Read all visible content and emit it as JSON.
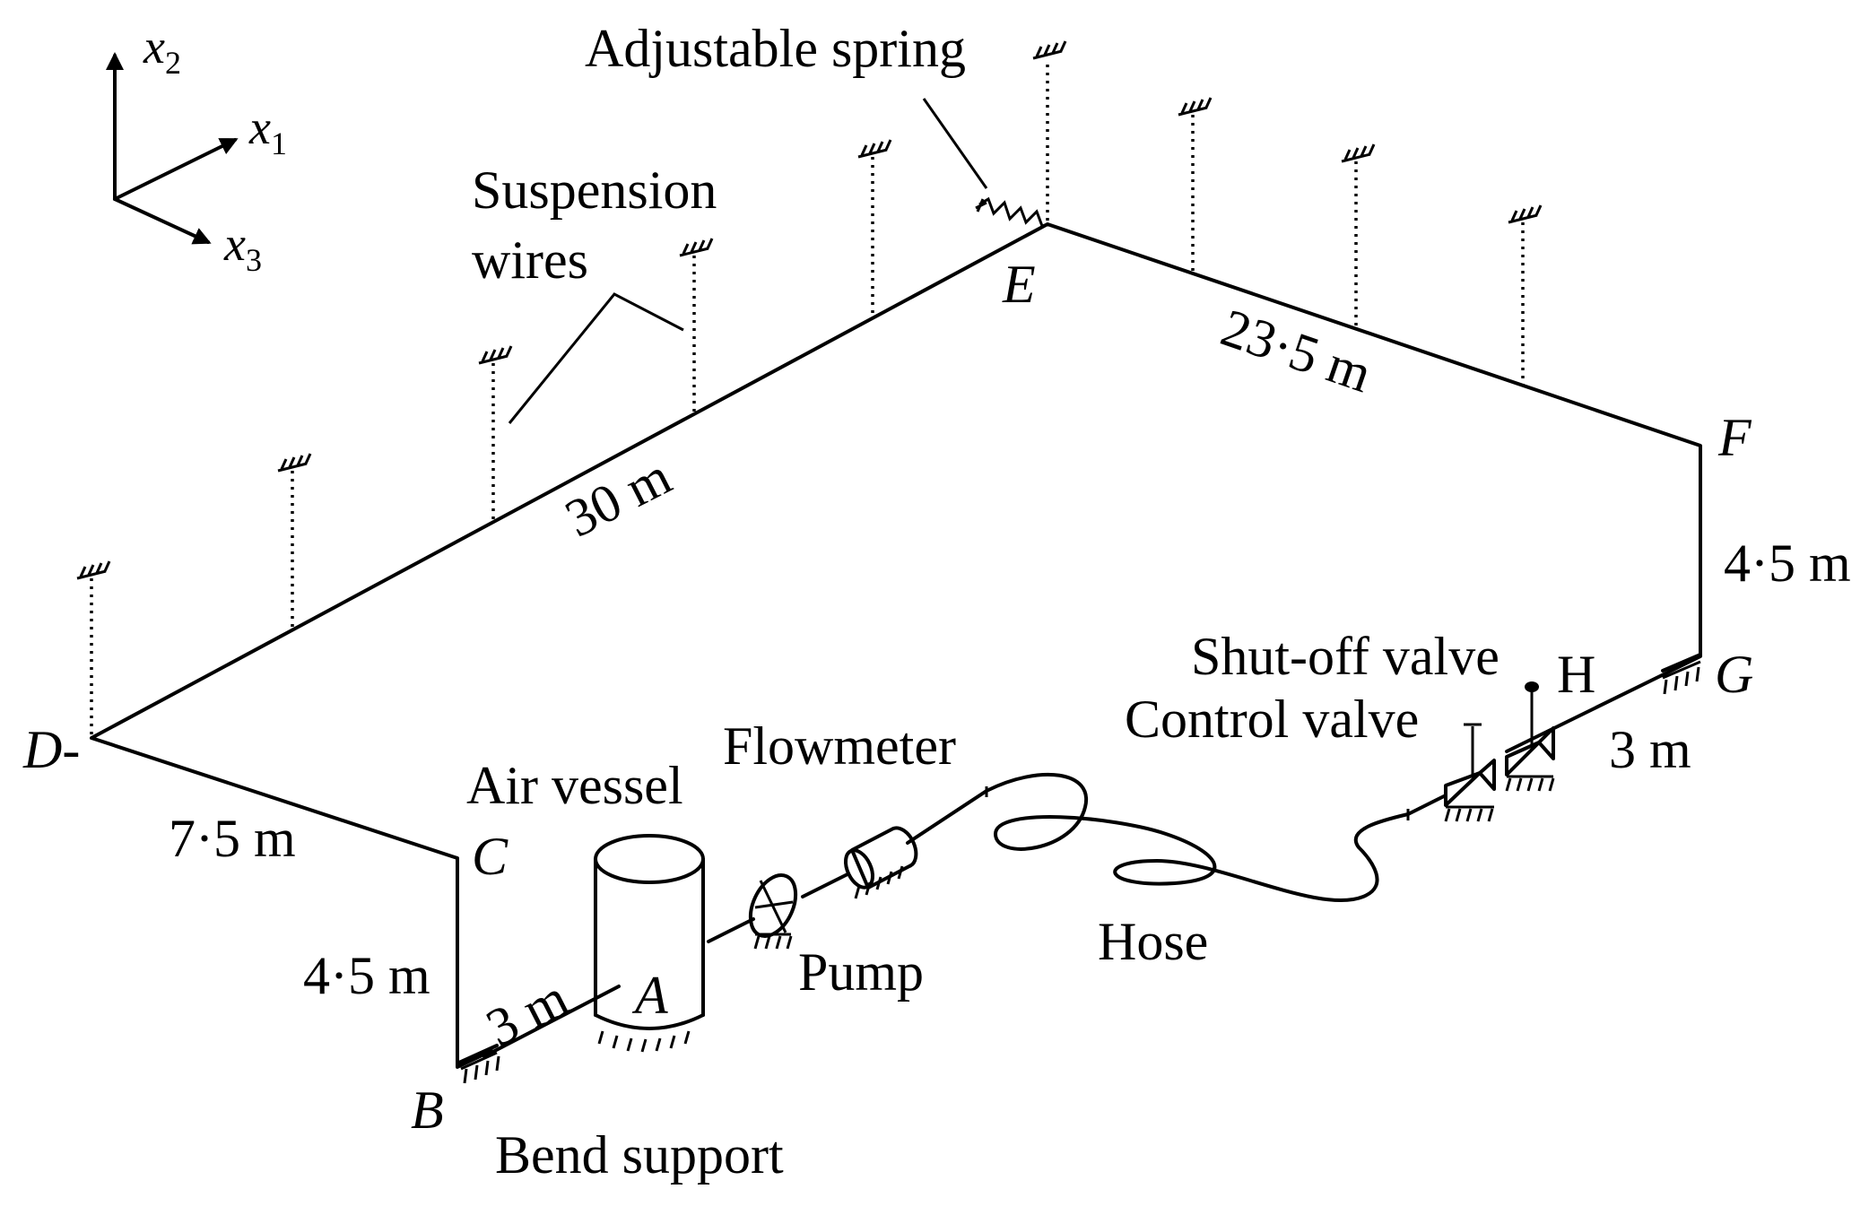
{
  "axes": {
    "x1": "x",
    "x1_sub": "1",
    "x2": "x",
    "x2_sub": "2",
    "x3": "x",
    "x3_sub": "3"
  },
  "points": {
    "A": "A",
    "B": "B",
    "C": "C",
    "D": "D-",
    "E": "E",
    "F": "F",
    "G": "G",
    "H": "H"
  },
  "dimensions": {
    "bc": "4·5 m",
    "cd": "7·5 m",
    "de": "30 m",
    "ef": "23·5 m",
    "fg": "4·5 m",
    "gh": "3 m",
    "ab": "3 m"
  },
  "components": {
    "adjustable_spring": "Adjustable spring",
    "suspension_line1": "Suspension",
    "suspension_line2": "wires",
    "air_vessel": "Air vessel",
    "flowmeter": "Flowmeter",
    "pump": "Pump",
    "hose": "Hose",
    "shutoff_valve": "Shut-off valve",
    "control_valve": "Control valve",
    "bend_support": "Bend support"
  }
}
